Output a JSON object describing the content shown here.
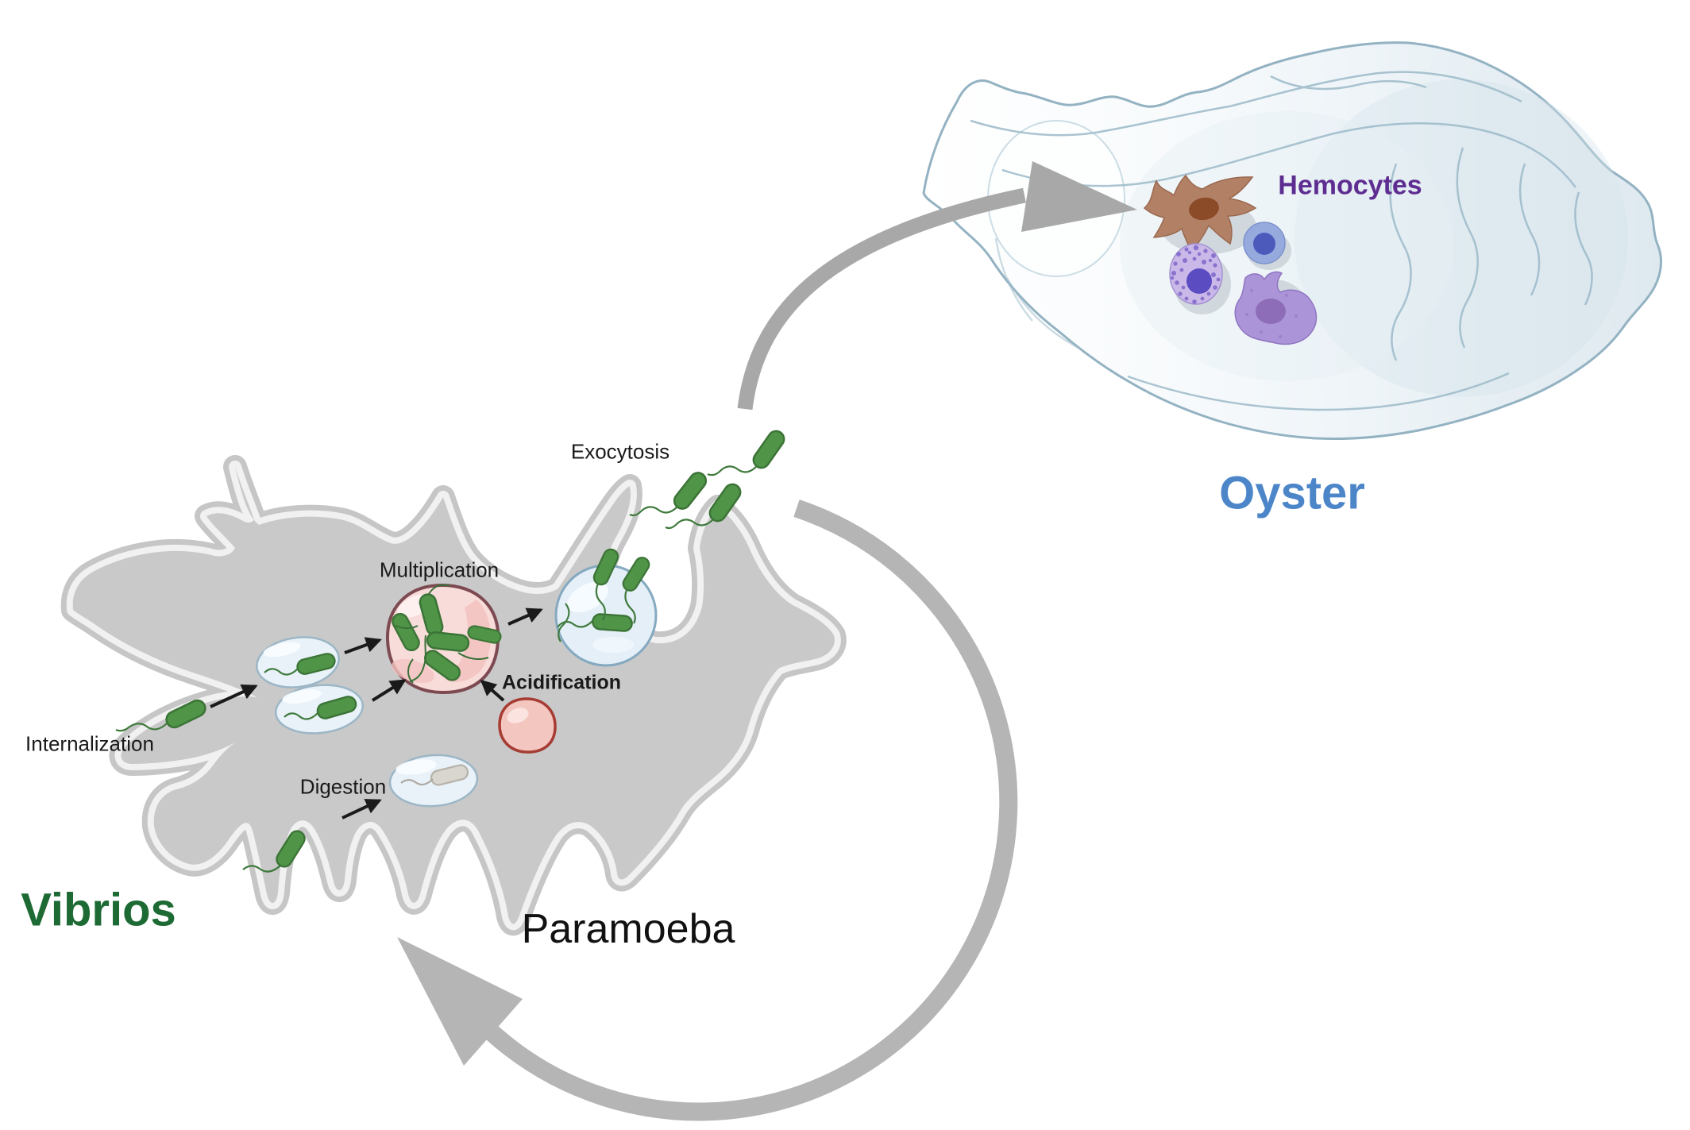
{
  "figure": {
    "labels": {
      "internalization": "Internalization",
      "multiplication": "Multiplication",
      "acidification": "Acidification",
      "digestion": "Digestion",
      "exocytosis": "Exocytosis",
      "vibrios": "Vibrios",
      "paramoeba": "Paramoeba",
      "oyster": "Oyster",
      "hemocytes": "Hemocytes"
    },
    "colors": {
      "vibrios_label": "#1d6a34",
      "oyster_label": "#4c86c9",
      "hemocytes_label": "#5e2d91",
      "stage_label": "#1a1a1a",
      "vibrio_body": "#4f9447",
      "vibrio_outline": "#3c7437",
      "amoeba_body": "#c9c9c9",
      "amoeba_membrane": "#f1f1f1",
      "phagosome_fill": "#e9f2f9",
      "phagosome_border": "#9cb6c6",
      "multiplication_vacuole_fill": "#f8dcda",
      "multiplication_vacuole_border": "#7d4a52",
      "lysosome_fill": "#f4c6c0",
      "lysosome_border": "#a63c33",
      "exocytosis_vesicle_fill": "#e4eff8",
      "exocytosis_vesicle_border": "#85a9c0",
      "digested_bacterium": "#d9d6d0",
      "cycle_arrow_gray": "#b0b0b0",
      "small_arrow_black": "#1a1a1a",
      "oyster_outline": "#8fafc0",
      "oyster_fill_tint": "#dce8ee",
      "hemocyte_brown": "#b28065",
      "hemocyte_brown_nucleus": "#8b4a28",
      "hemocyte_blue": "#96aade",
      "hemocyte_blue_nucleus": "#4c5abc",
      "hemocyte_speckled": "#cab8e8",
      "hemocyte_speckled_nucleus": "#5b4cc2",
      "hemocyte_amoeboid": "#ab94d8",
      "hemocyte_amoeboid_nucleus": "#8d6cb8"
    }
  }
}
